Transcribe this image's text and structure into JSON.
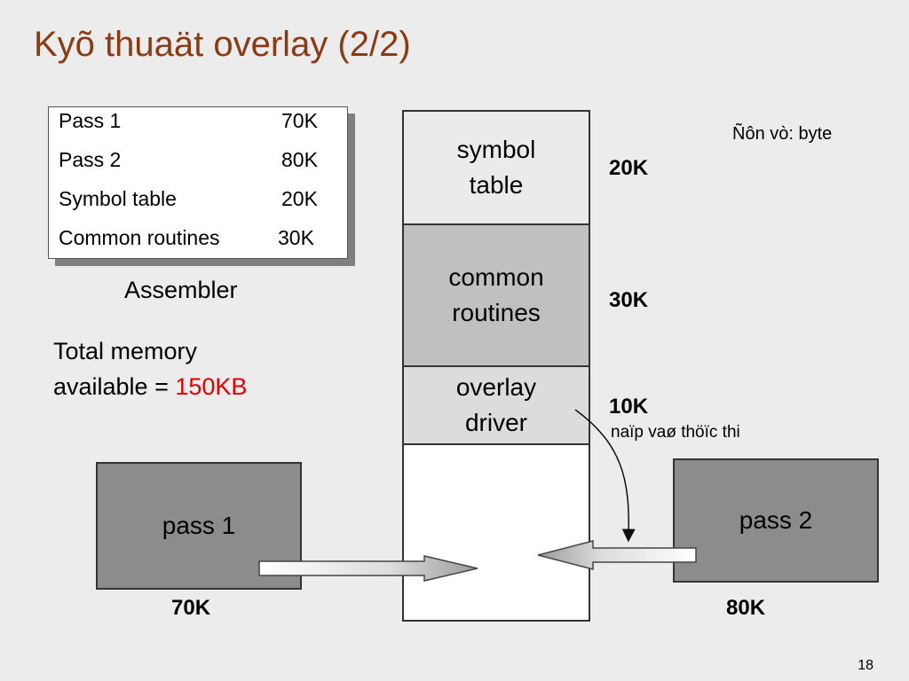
{
  "title": "Kyõ thuaät overlay (2/2)",
  "unit_note": "Ñôn vò: byte",
  "assembler_table": {
    "rows": [
      {
        "name": "Pass 1",
        "size": "70K"
      },
      {
        "name": "Pass 2",
        "size": "80K"
      },
      {
        "name": "Symbol table",
        "size": "20K"
      },
      {
        "name": "Common routines",
        "size": "30K"
      }
    ],
    "caption": "Assembler"
  },
  "total_memory": {
    "line1": "Total memory",
    "line2_prefix": "available = ",
    "value": "150KB"
  },
  "memory_segments": [
    {
      "line1": "symbol",
      "line2": "table",
      "size": "20K",
      "color": "#ebebeb"
    },
    {
      "line1": "common",
      "line2": "routines",
      "size": "30K",
      "color": "#c0c0c0"
    },
    {
      "line1": "overlay",
      "line2": "driver",
      "size": "10K",
      "color": "#dcdcdc"
    }
  ],
  "load_note": "naïp vaø thöïc thi",
  "pass1": {
    "label": "pass 1",
    "size": "70K"
  },
  "pass2": {
    "label": "pass 2",
    "size": "80K"
  },
  "page_number": "18"
}
